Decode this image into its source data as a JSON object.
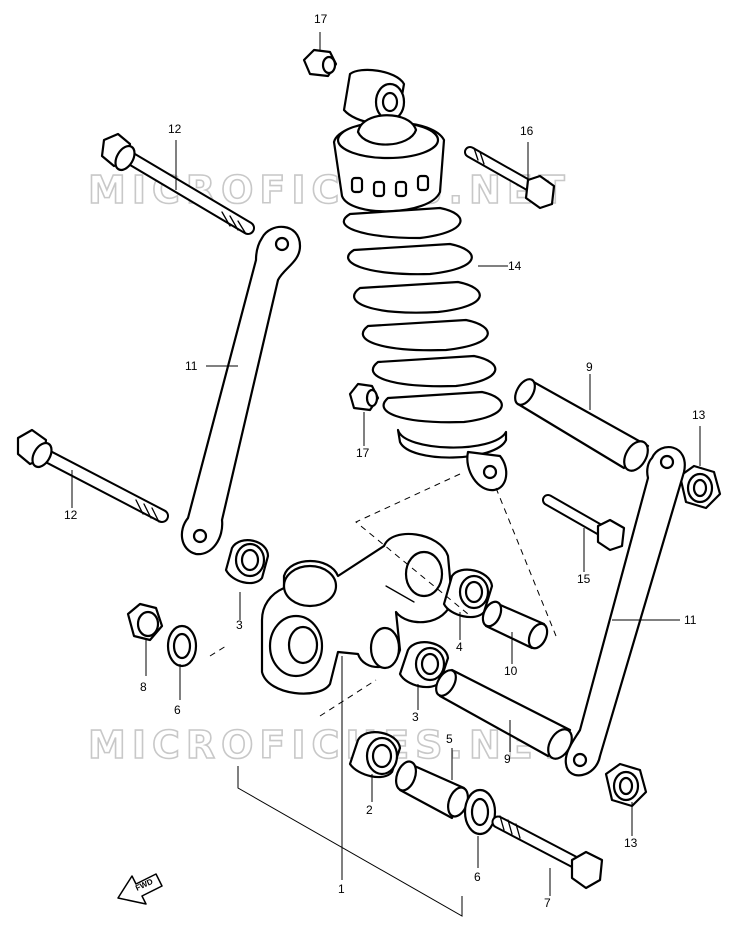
{
  "watermarks": [
    "MICROFICHES.NET",
    "MICROFICHES.NET"
  ],
  "fwd_label": "FWD",
  "callouts": {
    "c17a": "17",
    "c12a": "12",
    "c16": "16",
    "c14": "14",
    "c11a": "11",
    "c17b": "17",
    "c9a": "9",
    "c13a": "13",
    "c12b": "12",
    "c15": "15",
    "c3a": "3",
    "c11b": "11",
    "c4": "4",
    "c10": "10",
    "c8": "8",
    "c6a": "6",
    "c3b": "3",
    "c5": "5",
    "c9b": "9",
    "c2": "2",
    "c13b": "13",
    "c6b": "6",
    "c7": "7",
    "c1": "1"
  }
}
